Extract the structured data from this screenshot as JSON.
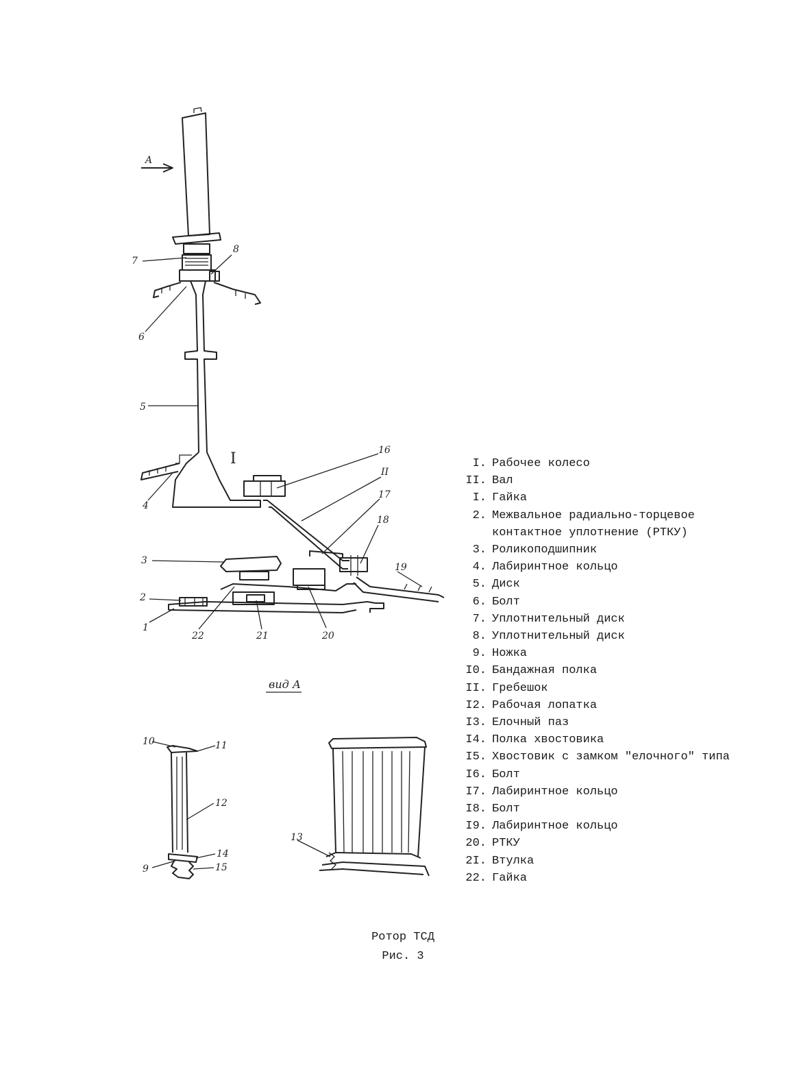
{
  "figure": {
    "view_arrow_label": "A",
    "view_title": "вид А",
    "wheel_marker": "I",
    "shaft_marker": "II",
    "callouts": [
      "1",
      "2",
      "3",
      "4",
      "5",
      "6",
      "7",
      "8",
      "9",
      "10",
      "11",
      "12",
      "13",
      "14",
      "15",
      "16",
      "17",
      "18",
      "19",
      "20",
      "21",
      "22"
    ]
  },
  "legend": [
    {
      "num": "I.",
      "text": "Рабочее колесо"
    },
    {
      "num": "II.",
      "text": "Вал"
    },
    {
      "num": "I.",
      "text": "Гайка"
    },
    {
      "num": "2.",
      "text": "Межвальное радиально-торцевое"
    },
    {
      "num": "",
      "text": "контактное уплотнение (РТКУ)"
    },
    {
      "num": "3.",
      "text": "Роликоподшипник"
    },
    {
      "num": "4.",
      "text": "Лабиринтное кольцо"
    },
    {
      "num": "5.",
      "text": "Диск"
    },
    {
      "num": "6.",
      "text": "Болт"
    },
    {
      "num": "7.",
      "text": "Уплотнительный диск"
    },
    {
      "num": "8.",
      "text": "Уплотнительный диск"
    },
    {
      "num": "9.",
      "text": "Ножка"
    },
    {
      "num": "I0.",
      "text": "Бандажная полка"
    },
    {
      "num": "II.",
      "text": "Гребешок"
    },
    {
      "num": "I2.",
      "text": "Рабочая лопатка"
    },
    {
      "num": "I3.",
      "text": "Елочный паз"
    },
    {
      "num": "I4.",
      "text": "Полка хвостовика"
    },
    {
      "num": "I5.",
      "text": "Хвостовик с замком \"елочного\" типа"
    },
    {
      "num": "I6.",
      "text": "Болт"
    },
    {
      "num": "I7.",
      "text": "Лабиринтное кольцо"
    },
    {
      "num": "I8.",
      "text": "Болт"
    },
    {
      "num": "I9.",
      "text": "Лабиринтное кольцо"
    },
    {
      "num": "20.",
      "text": "РТКУ"
    },
    {
      "num": "2I.",
      "text": "Втулка"
    },
    {
      "num": "22.",
      "text": "Гайка"
    }
  ],
  "caption": {
    "title": "Ротор ТСД",
    "figure_no": "Рис. 3"
  }
}
